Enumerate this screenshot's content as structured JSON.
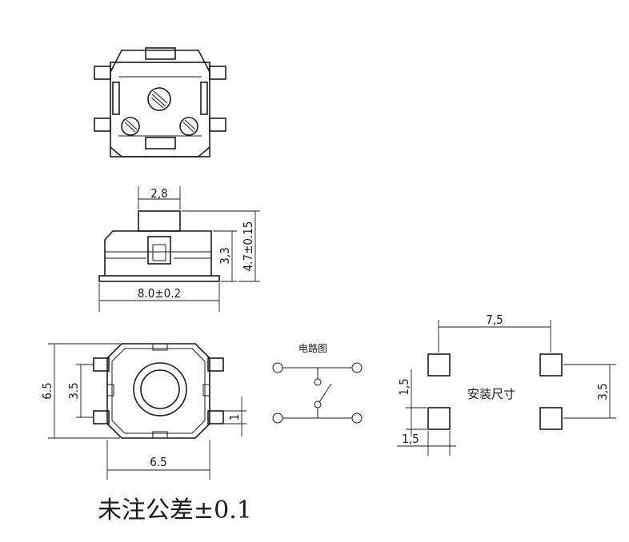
{
  "dimensions": {
    "top_button_width": "2,8",
    "body_length": "8.0±0.2",
    "body_height": "3,3",
    "total_height": "4.7±0.15",
    "outline_height": "6.5",
    "outline_width": "6.5",
    "terminal_pitch": "3.5",
    "terminal_width": "1",
    "pad_pitch_x": "7,5",
    "pad_pitch_y": "3,5",
    "pad_height": "1,5",
    "pad_width": "1,5"
  },
  "labels": {
    "circuit_title": "电路图",
    "mounting_title": "安装尺寸",
    "tolerance_note": "未注公差±0.1"
  }
}
